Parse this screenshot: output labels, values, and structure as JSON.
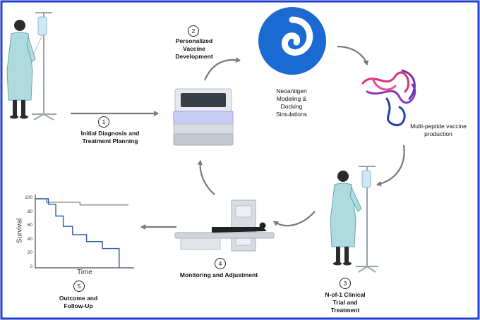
{
  "border_color": "#1f3fcf",
  "accent_color": "#2a6fd6",
  "steps": [
    {
      "num": "1",
      "lines": [
        "Initial Diagnosis and",
        "Treatment Planning"
      ]
    },
    {
      "num": "2",
      "lines": [
        "Personalized",
        "Vaccine",
        "Development"
      ]
    },
    {
      "num": "3",
      "lines": [
        "N-of-1 Clinical",
        "Trial and",
        "Treatment"
      ]
    },
    {
      "num": "4",
      "lines": [
        "Monitoring and Adjustment"
      ]
    },
    {
      "num": "5",
      "lines": [
        "Outcome and",
        "Follow-Up"
      ]
    }
  ],
  "neoantigen": {
    "lines": [
      "Neoantigen",
      "Modeling &",
      "Docking",
      "Simulations"
    ]
  },
  "peptide": {
    "lines": [
      "Multi-peptide vaccine",
      "production"
    ]
  },
  "icons": [
    "patient-with-iv-icon",
    "sequencer-machine-icon",
    "modeling-logo-icon",
    "peptide-structure-icon",
    "mri-scanner-icon"
  ],
  "chart_data": {
    "type": "line",
    "title": "",
    "xlabel": "Time",
    "ylabel": "Survival",
    "yticks": [
      "100",
      "80",
      "60",
      "40",
      "20",
      "0"
    ],
    "ylim": [
      0,
      100
    ],
    "xlim": [
      0,
      10
    ],
    "series": [
      {
        "color": "#8a8a8a",
        "x": [
          0,
          1.2,
          1.2,
          4.8,
          4.8,
          10
        ],
        "y": [
          100,
          100,
          95,
          95,
          91,
          91
        ]
      },
      {
        "color": "#2d5aa8",
        "x": [
          0,
          1.4,
          1.4,
          2.2,
          2.2,
          3,
          3,
          4,
          4,
          5.5,
          5.5,
          7.2,
          7.2,
          9,
          9
        ],
        "y": [
          100,
          100,
          92,
          92,
          75,
          75,
          60,
          60,
          48,
          48,
          38,
          38,
          28,
          28,
          0
        ]
      }
    ]
  }
}
